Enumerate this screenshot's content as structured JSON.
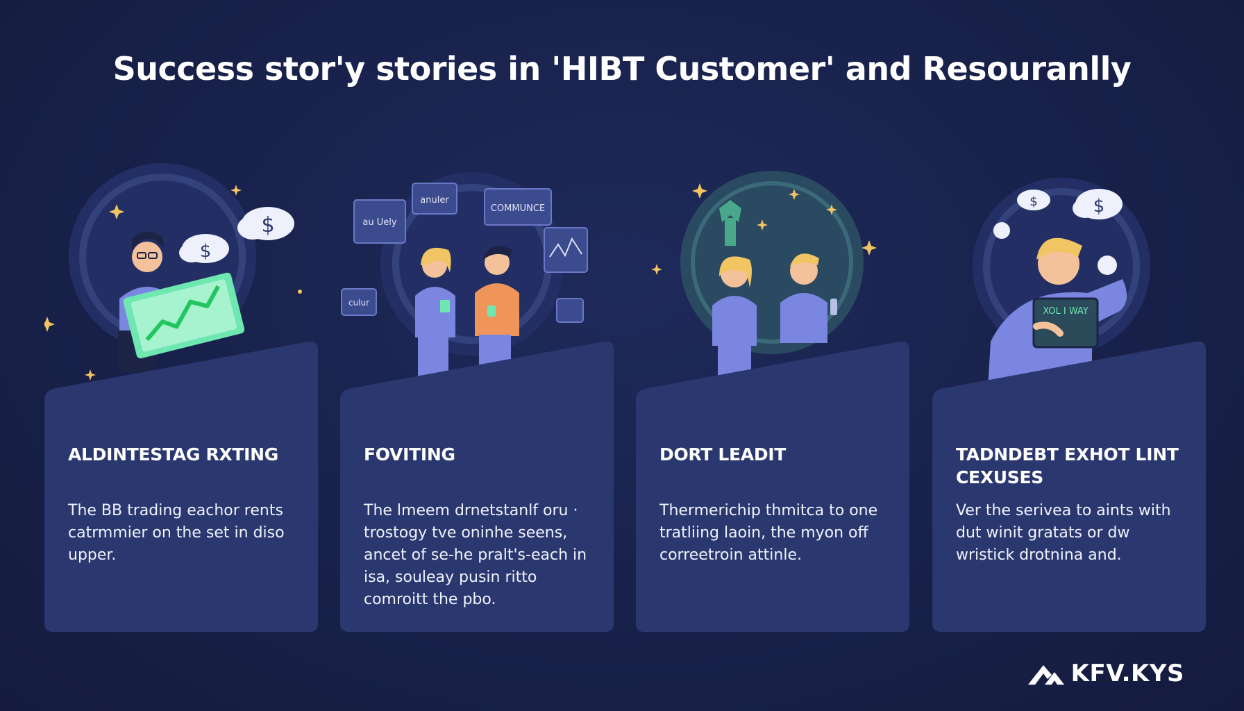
{
  "page": {
    "title": "Success stor'y stories in 'HIBT Customer' and Resouranlly"
  },
  "cards": [
    {
      "title": "ALDINTESTAG RXTING",
      "body": "The BB trading eachor rents catrmmier on the set in diso upper.",
      "icon": "trader-chart-icon"
    },
    {
      "title": "FOVITING",
      "body": "The lmeem drnetstanlf oru · trostogy tve oninhe seens, ancet of se-he pralt's-each in isa, souleay pusin ritto comroitt the pbo.",
      "icon": "community-chat-icon",
      "bubbles": [
        "anuler",
        "COMMUNCE",
        "au Uely",
        "culur"
      ]
    },
    {
      "title": "DORT LEADIT",
      "body": "Thermerichip thmitca to one tratliing laoin, the myon off correetroin attinle.",
      "icon": "team-star-icon"
    },
    {
      "title": "TADNDEBT EXHOT LINT CEXUSES",
      "body": "Ver the serivea to aints with dut winit gratats or dw wristick drotnina and.",
      "icon": "investor-wallet-icon",
      "wallet_label": "XOL I WAY"
    }
  ],
  "brand": {
    "name": "KFV.KYS",
    "icon": "chevron-logo-icon"
  },
  "colors": {
    "background": "#18214a",
    "card": "#2b3870",
    "accent_green": "#6ee7b0",
    "accent_purple": "#7b86e0",
    "star": "#f2c464"
  }
}
